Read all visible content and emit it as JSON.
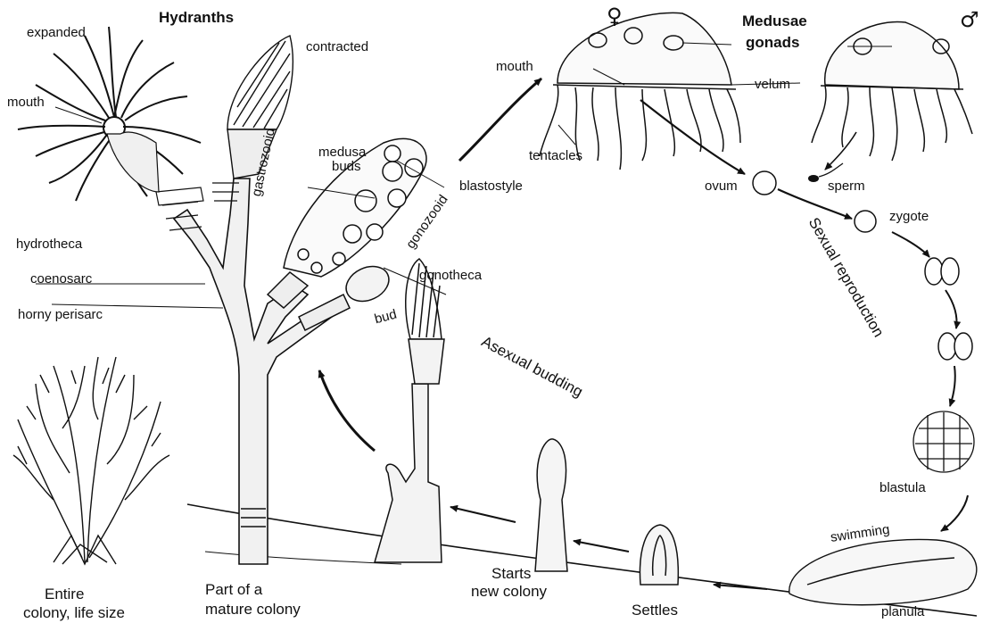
{
  "hydranths": {
    "title": "Hydranths",
    "expanded": "expanded",
    "contracted": "contracted",
    "mouth": "mouth",
    "gastrozooid": "gastrozooid",
    "hydrotheca": "hydrotheca",
    "coenosarc": "coenosarc",
    "horny_perisarc": "horny perisarc"
  },
  "gonozooid": {
    "medusa_buds_line1": "medusa",
    "medusa_buds_line2": "buds",
    "blastostyle": "blastostyle",
    "gonozooid": "gonozooid",
    "gonotheca": "gonotheca",
    "bud": "bud"
  },
  "medusae": {
    "female_symbol": "♀",
    "male_symbol": "♂",
    "title": "Medusae",
    "gonads": "gonads",
    "mouth": "mouth",
    "velum": "velum",
    "tentacles": "tentacles",
    "ovum": "ovum",
    "sperm": "sperm"
  },
  "cycle": {
    "zygote": "zygote",
    "sexual_reproduction": "Sexual reproduction",
    "blastula": "blastula",
    "swimming": "swimming",
    "planula": "planula",
    "settles": "Settles",
    "starts_line1": "Starts",
    "starts_line2": "new colony",
    "asexual_budding": "Asexual budding"
  },
  "captions": {
    "mature_line1": "Part of a",
    "mature_line2": "mature colony",
    "entire_line1": "Entire",
    "entire_line2": "colony, life size"
  }
}
